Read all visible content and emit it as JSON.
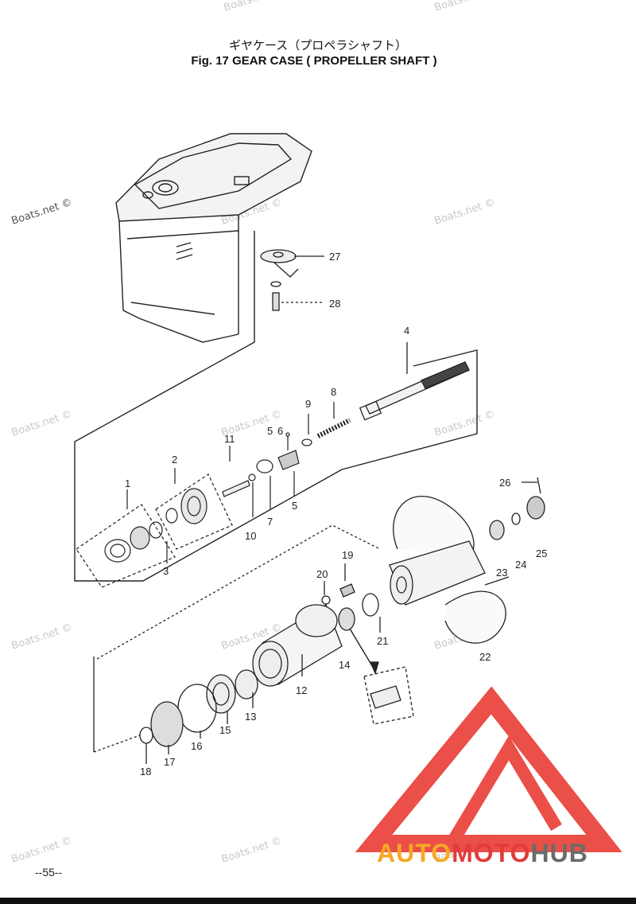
{
  "header": {
    "title_jp": "ギヤケース（プロペラシャフト）",
    "title_en": "Fig. 17   GEAR CASE ( PROPELLER SHAFT )"
  },
  "callouts": {
    "c1": "1",
    "c2": "2",
    "c3": "3",
    "c4": "4",
    "c5a": "5",
    "c5b": "5",
    "c6": "6",
    "c7": "7",
    "c8": "8",
    "c9": "9",
    "c10": "10",
    "c11": "11",
    "c12": "12",
    "c13": "13",
    "c14": "14",
    "c15": "15",
    "c16": "16",
    "c17": "17",
    "c18": "18",
    "c19": "19",
    "c20": "20",
    "c21": "21",
    "c22": "22",
    "c23": "23",
    "c24": "24",
    "c25": "25",
    "c26": "26",
    "c27": "27",
    "c28": "28"
  },
  "watermark": "Boats.net ©",
  "footer": {
    "page_number": "--55--"
  },
  "logo": {
    "part1": "AUTO",
    "part2": "MOTO",
    "part3": "HUB",
    "colors": {
      "auto": "#f7a825",
      "moto": "#e23a3a",
      "hub": "#6b6b6b",
      "triangle": "#e8372f"
    }
  }
}
